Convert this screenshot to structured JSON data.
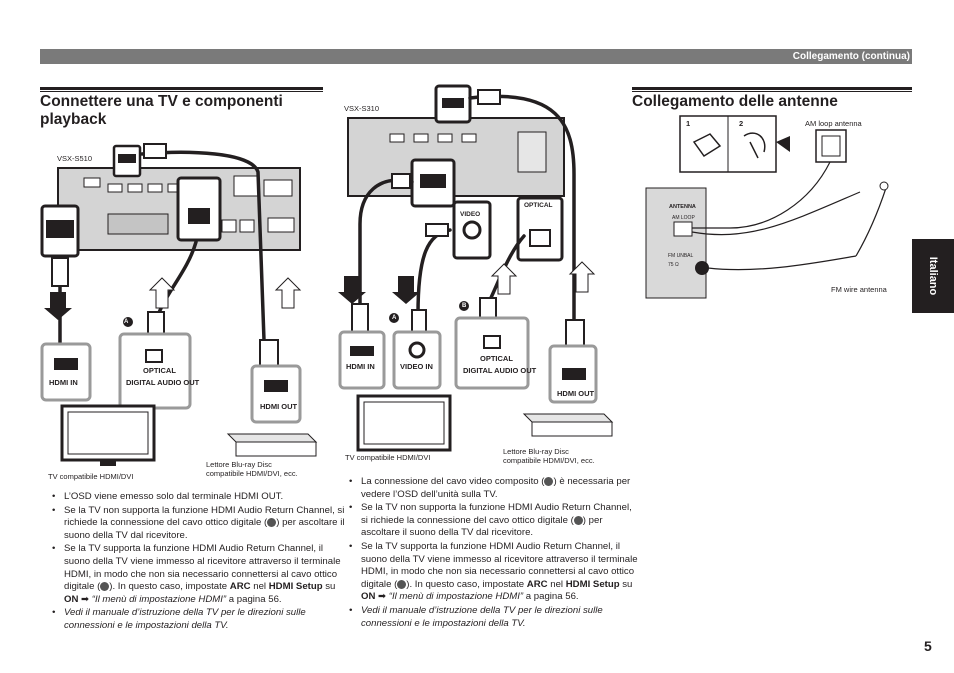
{
  "header": {
    "section": "Collegamento (continua)"
  },
  "side_tab": {
    "language": "Italiano"
  },
  "page_number": "5",
  "section_tv": {
    "title_line1": "Connettere una TV e componenti",
    "title_line2": "playback"
  },
  "section_antenna": {
    "title": "Collegamento delle antenne"
  },
  "diagram_s510": {
    "model": "VSX-S510",
    "jack_hdmi_in": "HDMI IN",
    "jack_optical": "OPTICAL",
    "jack_digital_audio_out": "DIGITAL AUDIO OUT",
    "jack_hdmi_out": "HDMI OUT",
    "marker_a": "A",
    "caption_tv": "TV compatibile HDMI/DVI",
    "caption_bd_line1": "Lettore Blu-ray Disc",
    "caption_bd_line2": "compatibile HDMI/DVI, ecc."
  },
  "diagram_s310": {
    "model": "VSX-S310",
    "jack_hdmi_in": "HDMI IN",
    "jack_video_in": "VIDEO IN",
    "jack_optical": "OPTICAL",
    "jack_digital_audio_out": "DIGITAL AUDIO OUT",
    "jack_hdmi_out": "HDMI OUT",
    "panel_video": "VIDEO",
    "panel_optical": "OPTICAL",
    "marker_a": "A",
    "marker_b": "B",
    "caption_tv": "TV compatibile HDMI/DVI",
    "caption_bd_line1": "Lettore Blu-ray Disc",
    "caption_bd_line2": "compatibile HDMI/DVI, ecc."
  },
  "antenna_diagram": {
    "step1": "1",
    "step2": "2",
    "am_label": "AM loop antenna",
    "fm_label": "FM wire antenna",
    "panel_antenna": "ANTENNA",
    "panel_am_loop": "AM LOOP",
    "panel_fm": "FM UNBAL 75 Ω"
  },
  "notes_left": {
    "n1": "L’OSD viene emesso solo dal terminale HDMI OUT.",
    "n2a": "Se la TV non supporta la funzione HDMI Audio Return Channel, si richiede la connessione del cavo ottico digitale (",
    "n2b": ") per ascoltare il suono della TV dal ricevitore.",
    "n3a": "Se la TV supporta la funzione HDMI Audio Return Channel, il suono della TV viene immesso al ricevitore attraverso il terminale HDMI, in modo che non sia necessario connettersi al cavo ottico digitale (",
    "n3b": "). In questo caso, impostate ",
    "arc": "ARC",
    "nel": " nel ",
    "hdmi_setup": "HDMI Setup",
    "su": " su ",
    "on": "ON",
    "arrow_ref": " ➡ ",
    "ref_italic": "“Il menù di impostazione HDMI”",
    "page_ref": " a pagina 56.",
    "n4": "Vedi il manuale d’istruzione della TV per le direzioni sulle connessioni e le impostazioni della TV."
  },
  "notes_right": {
    "n1a": "La connessione del cavo video composito (",
    "n1b": ") è necessaria per vedere l’OSD dell’unità sulla TV.",
    "n2a": "Se la TV non supporta la funzione HDMI Audio Return Channel, si richiede la connessione del cavo ottico digitale (",
    "n2b": ") per ascoltare il suono della TV dal ricevitore.",
    "n3a": "Se la TV supporta la funzione HDMI Audio Return Channel, il suono della TV viene immesso al ricevitore attraverso il terminale HDMI, in modo che non sia necessario connettersi al cavo ottico digitale (",
    "n3b": "). In questo caso, impostate ",
    "arc": "ARC",
    "nel": " nel ",
    "hdmi_setup": "HDMI Setup",
    "su": " su ",
    "on": "ON",
    "arrow_ref": " ➡ ",
    "ref_italic": "“Il menù di impostazione HDMI”",
    "page_ref": " a pagina 56.",
    "n4": "Vedi il manuale d’istruzione della TV per le direzioni sulle connessioni e le impostazioni della TV."
  },
  "colors": {
    "header_bar": "#7a7a7a",
    "dark": "#231f20",
    "cable": "#231f20",
    "panel": "#d9d9d9"
  }
}
